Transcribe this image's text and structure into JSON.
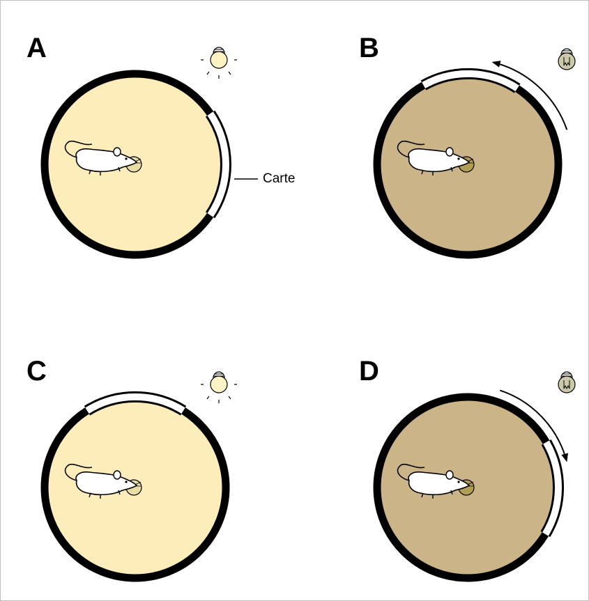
{
  "colors": {
    "lit_floor": "#fdedbb",
    "dark_floor": "#cab488",
    "arena_wall": "#000000",
    "cue_card": "#ffffff",
    "bulb_on": "#fdf2c4",
    "bulb_off": "#ccc9a9",
    "food_cup_lit": "#e9dca4",
    "food_cup_dark": "#b39d52",
    "frame": "#bfbfbf"
  },
  "panels": [
    {
      "id": "A",
      "letter": "A",
      "light": "on",
      "cue_card_label": "Carte",
      "rotation_arrow": "none"
    },
    {
      "id": "B",
      "letter": "B",
      "light": "off",
      "rotation_arrow": "counterclockwise"
    },
    {
      "id": "C",
      "letter": "C",
      "light": "on",
      "rotation_arrow": "none"
    },
    {
      "id": "D",
      "letter": "D",
      "light": "off",
      "rotation_arrow": "clockwise"
    }
  ],
  "icons": {
    "rat": "rat-icon",
    "bulb_on": "lightbulb-on-icon",
    "bulb_off": "lightbulb-off-icon",
    "arrow": "rotation-arrow-icon"
  }
}
